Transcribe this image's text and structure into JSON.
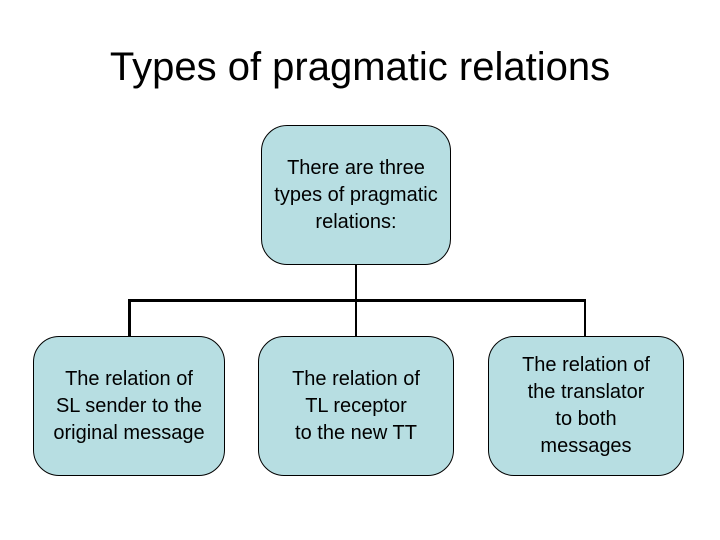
{
  "slide": {
    "title": "Types of pragmatic relations",
    "colors": {
      "background": "#ffffff",
      "box_fill": "#b7dee2",
      "box_border": "#000000",
      "connector": "#000000",
      "text": "#000000"
    },
    "diagram": {
      "top_box": {
        "text": "There are three\ntypes of pragmatic\nrelations:"
      },
      "bottom_boxes": [
        {
          "text": "The relation of\nSL sender to the\noriginal message"
        },
        {
          "text": "The relation of\nTL receptor\nto the new TT"
        },
        {
          "text": "The relation of\nthe translator\nto both\nmessages"
        }
      ]
    }
  }
}
